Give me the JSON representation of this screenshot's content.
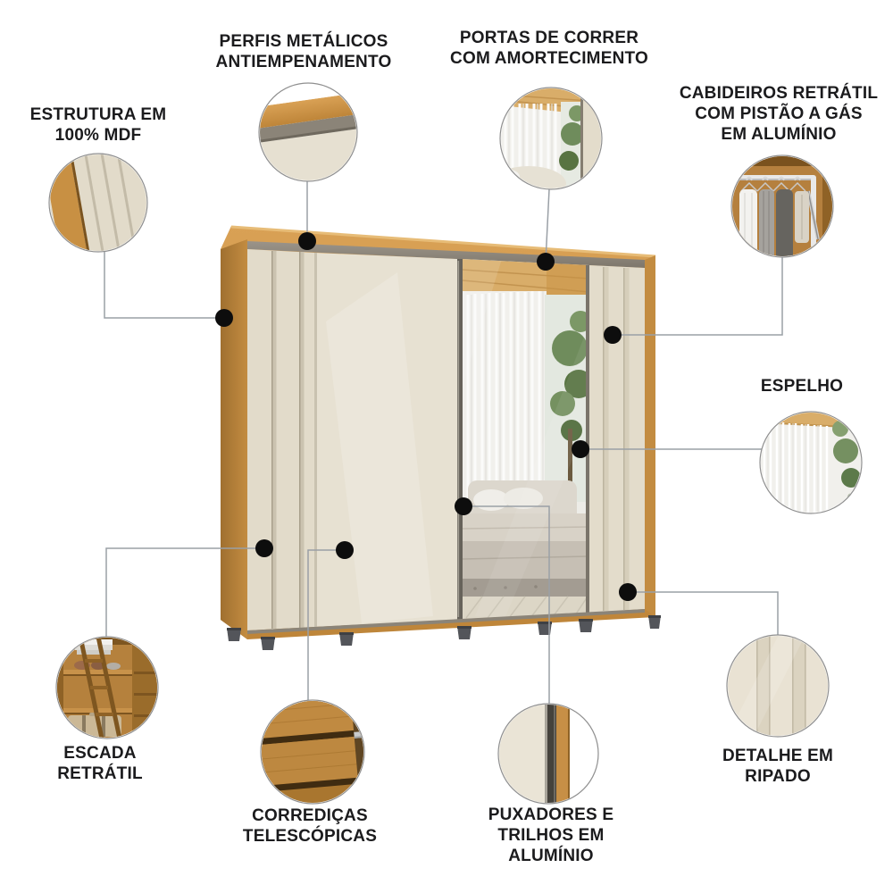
{
  "features": {
    "estrutura": {
      "lines": [
        "ESTRUTURA EM",
        "100% MDF"
      ],
      "icon": "mdf-corner-detail-icon"
    },
    "perfis": {
      "lines": [
        "PERFIS METÁLICOS",
        "ANTIEMPENAMENTO"
      ],
      "icon": "metal-profile-detail-icon"
    },
    "portas": {
      "lines": [
        "PORTAS DE CORRER",
        "COM AMORTECIMENTO"
      ],
      "icon": "sliding-door-mirror-detail-icon"
    },
    "cabideiros": {
      "lines": [
        "CABIDEIROS RETRÁTIL",
        "COM PISTÃO A GÁS",
        "EM ALUMÍNIO"
      ],
      "icon": "clothes-rail-hangers-detail-icon"
    },
    "espelho": {
      "lines": [
        "ESPELHO"
      ],
      "icon": "mirror-curtain-detail-icon"
    },
    "ripado": {
      "lines": [
        "DETALHE EM",
        "RIPADO"
      ],
      "icon": "slatted-panel-detail-icon"
    },
    "puxadores": {
      "lines": [
        "PUXADORES E",
        "TRILHOS EM",
        "ALUMÍNIO"
      ],
      "icon": "aluminium-handle-track-detail-icon"
    },
    "corredicas": {
      "lines": [
        "CORREDIÇAS",
        "TELESCÓPICAS"
      ],
      "icon": "telescopic-drawer-detail-icon"
    },
    "escada": {
      "lines": [
        "ESCADA",
        "RETRÁTIL"
      ],
      "icon": "retractable-ladder-detail-icon"
    }
  },
  "colors": {
    "background": "#ffffff",
    "text": "#1b1b1d",
    "connector_line": "#9aa0a6",
    "anchor_dot": "#0d0d0d",
    "circle_border": "#8f8f8f",
    "wood": "#C99146",
    "wood_dark": "#8F6226",
    "door_cream": "#E2DBCA",
    "door_cream_light": "#E7E1D2",
    "metal_rail": "#8B8478",
    "aluminium_dark": "#45423C",
    "mirror_ceiling": "#D9AD69",
    "mirror_curtain": "#F1F0EC",
    "mirror_green": "#6F8C5C",
    "bed_grey": "#C6BFB4",
    "leg_grey": "#53555A"
  }
}
